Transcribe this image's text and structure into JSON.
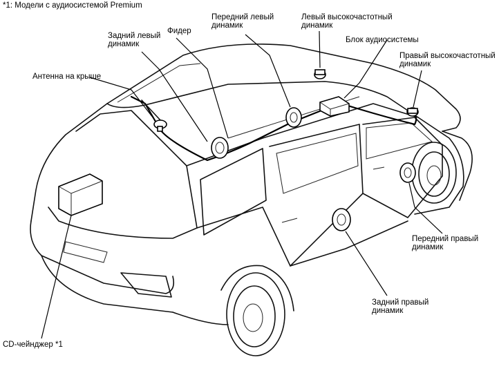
{
  "note": "*1: Модели с аудиосистемой Premium",
  "labels": {
    "rear_left_speaker": [
      "Задний левый",
      "динамик"
    ],
    "feeder": "Фидер",
    "front_left_speaker": [
      "Передний левый",
      "динамик"
    ],
    "left_tweeter": [
      "Левый высокочастотный",
      "динамик"
    ],
    "audio_unit": "Блок аудиосистемы",
    "right_tweeter": [
      "Правый высокочастотный",
      "динамик"
    ],
    "roof_antenna": "Антенна на крыше",
    "front_right_speaker": [
      "Передний правый",
      "динамик"
    ],
    "rear_right_speaker": [
      "Задний правый",
      "динамик"
    ],
    "cd_changer": "CD-чейнджер *1"
  }
}
